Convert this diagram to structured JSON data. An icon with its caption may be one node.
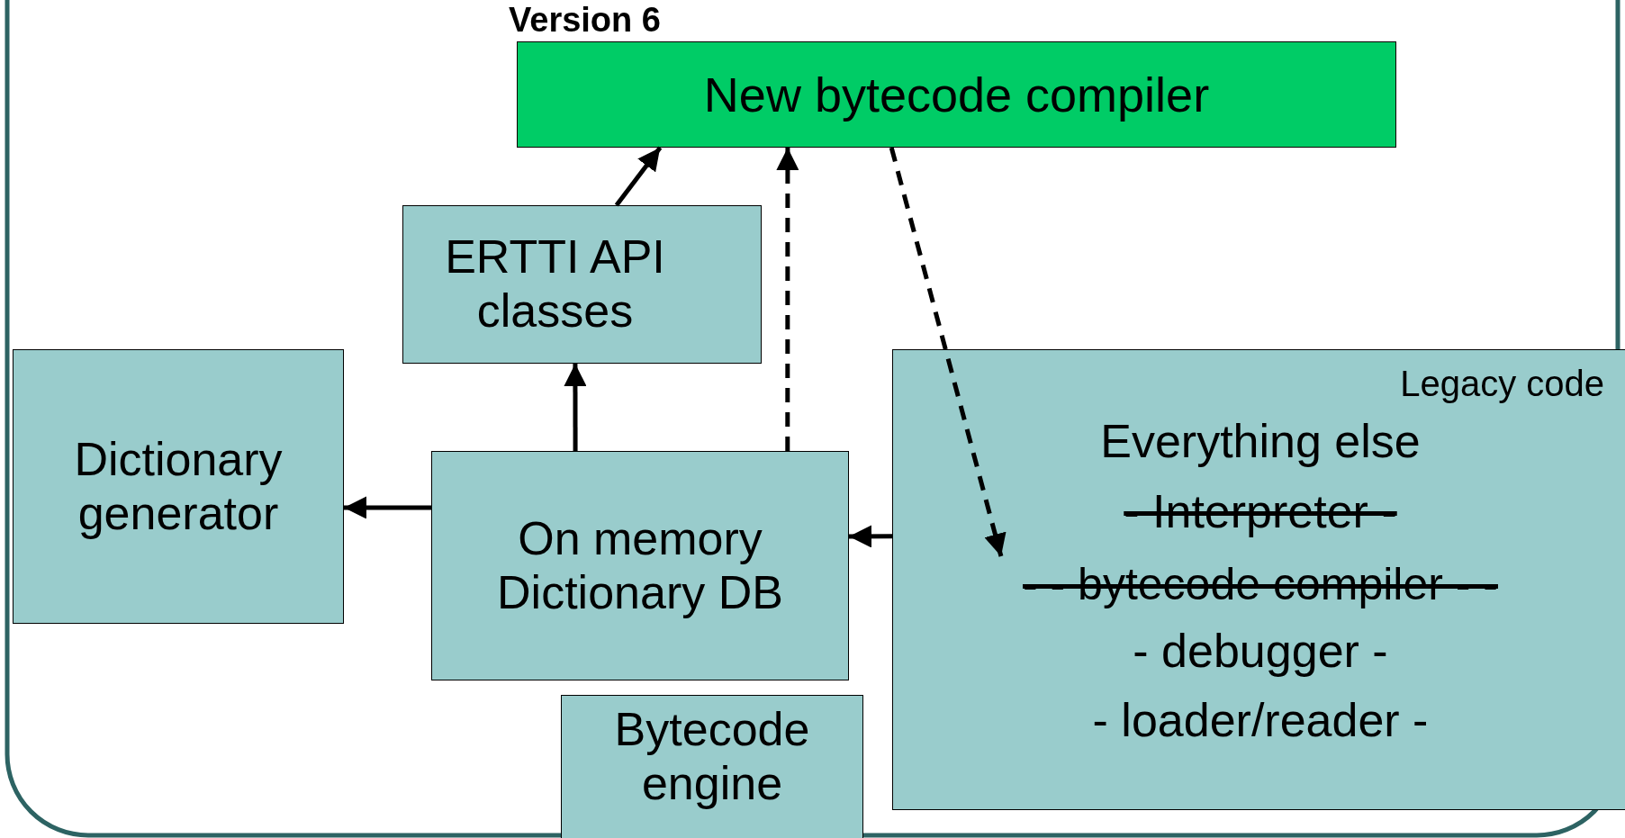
{
  "diagram": {
    "nodes": [
      {
        "text": [
          "Version 6",
          "New bytecode compiler"
        ]
      },
      {
        "text": [
          "ERTTI API classes"
        ]
      },
      {
        "text": [
          "Dictionary generator"
        ]
      },
      {
        "text": [
          "On memory Dictionary DB"
        ]
      },
      {
        "text": [
          "Bytecode engine"
        ]
      },
      {
        "text": [
          "Legacy code",
          "Everything else",
          "- Interpreter -",
          "- debugger -",
          "- loader/reader -"
        ]
      },
      {
        "text": [
          "- - bytecode compiler - -"
        ],
        "in": 5
      }
    ],
    "edges": [
      {
        "from": 1,
        "to": 0,
        "arrow": "to"
      },
      {
        "from": 3,
        "to": 0,
        "arrow": "to",
        "style": "dashed"
      },
      {
        "from": 3,
        "to": 1,
        "arrow": "to"
      },
      {
        "from": 3,
        "to": 2,
        "arrow": "to"
      },
      {
        "from": 5,
        "to": 3,
        "arrow": "to"
      },
      {
        "from": 0,
        "to": 6,
        "arrow": "to",
        "style": "dashed"
      }
    ]
  }
}
